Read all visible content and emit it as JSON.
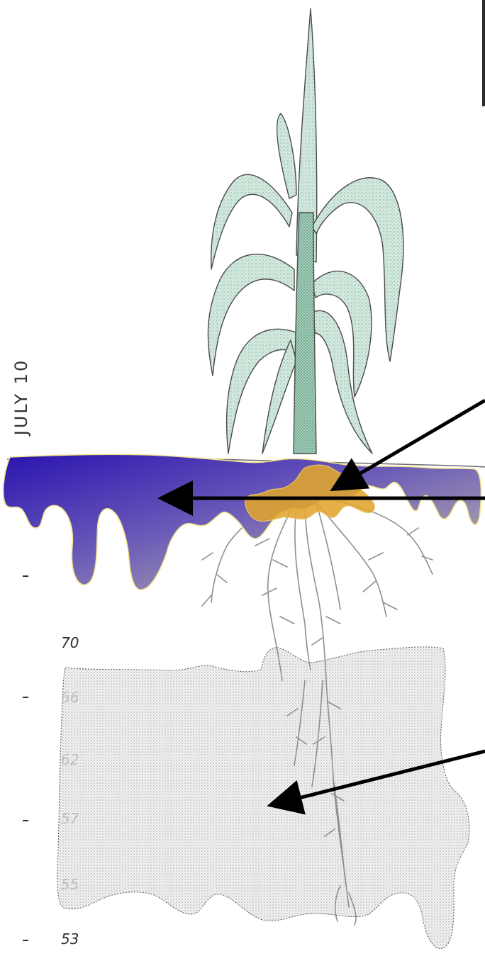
{
  "sidebar": {
    "date_label": "JULY 10"
  },
  "depth_scale": {
    "values": [
      "70",
      "66",
      "62",
      "57",
      "55",
      "53"
    ]
  },
  "colors": {
    "upper_soil_zone": "#3f2fb0",
    "upper_soil_zone_fade": "#b7b4a8",
    "mid_zone": "#e3a52e",
    "leaf_fill": "#cfe5dc",
    "leaf_stroke": "#4b4b4b",
    "root_color": "#9a9a9a",
    "lower_zone_stipple": "#c8c8c8",
    "arrow": "#000000"
  },
  "icons": {
    "arrow": "arrow-icon"
  }
}
